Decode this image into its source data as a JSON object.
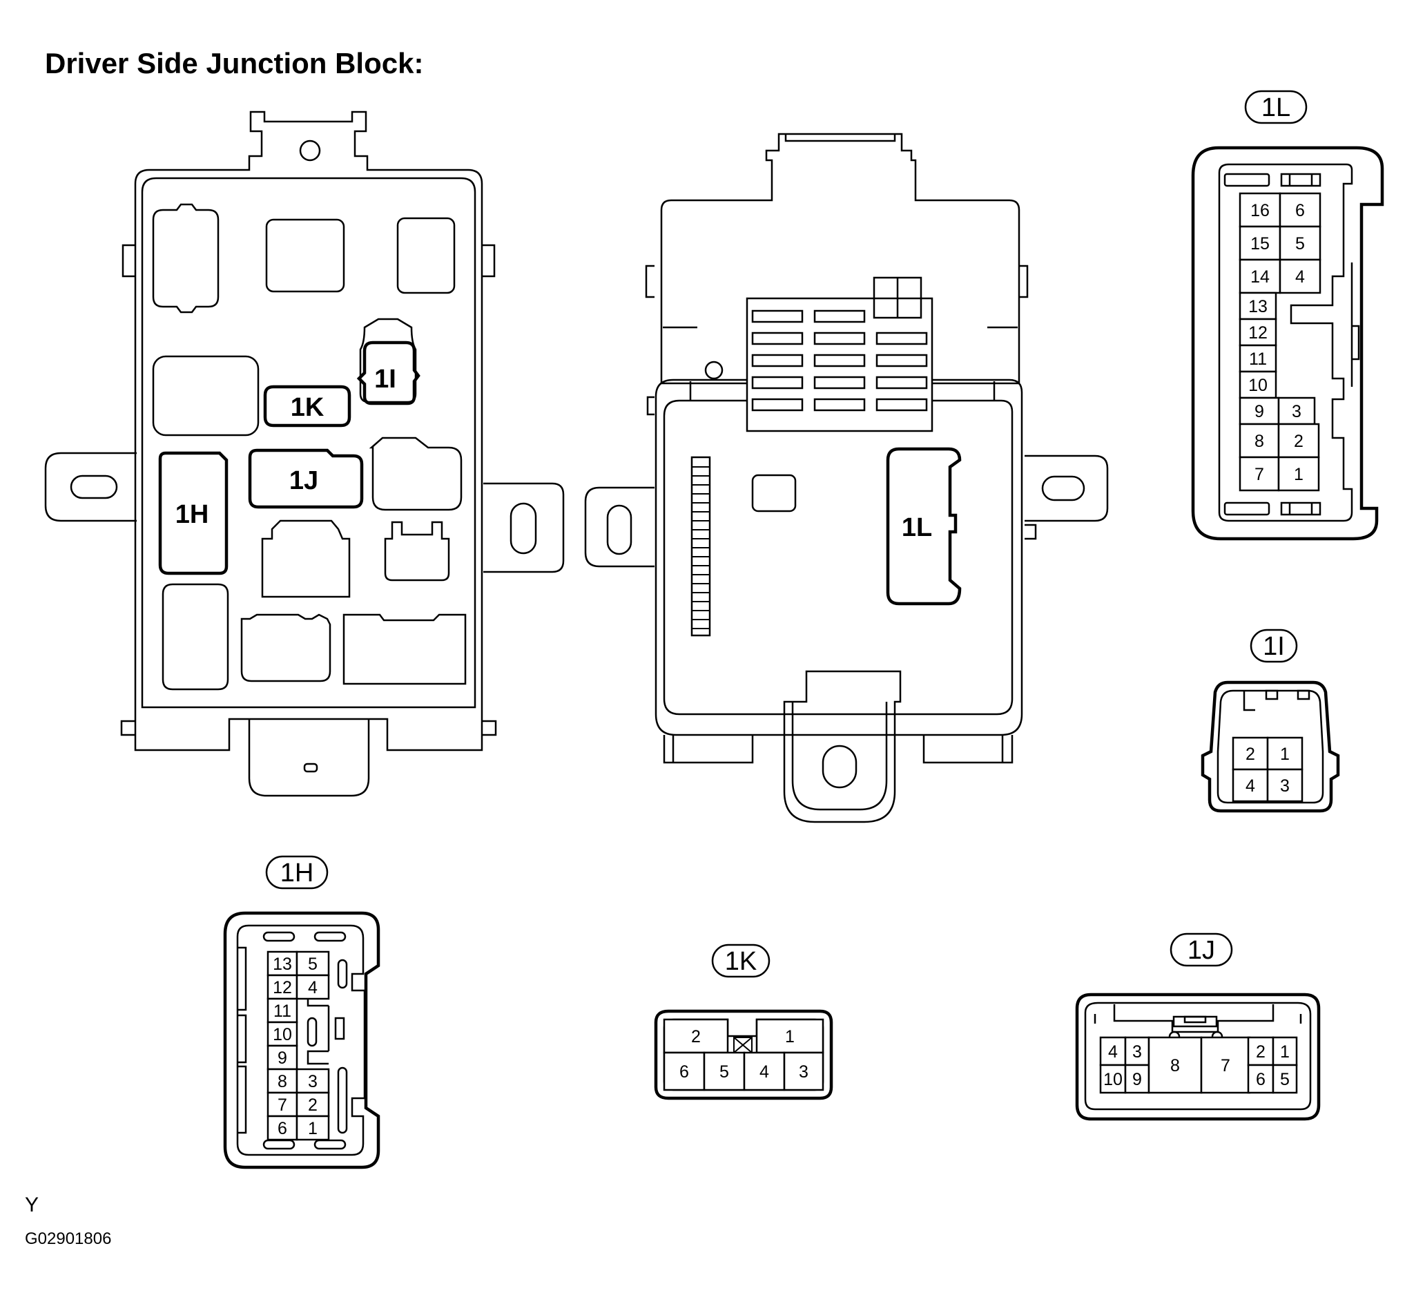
{
  "title": "Driver Side Junction Block:",
  "footer": {
    "code": "Y",
    "figure_id": "G02901806"
  },
  "block_labels": {
    "1h": "1H",
    "1i": "1I",
    "1j": "1J",
    "1k": "1K",
    "1l": "1L"
  },
  "connectors": {
    "1l": {
      "label": "1L",
      "pins": [
        "1",
        "2",
        "3",
        "4",
        "5",
        "6",
        "7",
        "8",
        "9",
        "10",
        "11",
        "12",
        "13",
        "14",
        "15",
        "16"
      ]
    },
    "1i": {
      "label": "1I",
      "pins": [
        "1",
        "2",
        "3",
        "4"
      ]
    },
    "1h": {
      "label": "1H",
      "pins": [
        "1",
        "2",
        "3",
        "4",
        "5",
        "6",
        "7",
        "8",
        "9",
        "10",
        "11",
        "12",
        "13"
      ]
    },
    "1k": {
      "label": "1K",
      "pins": [
        "1",
        "2",
        "3",
        "4",
        "5",
        "6"
      ]
    },
    "1j": {
      "label": "1J",
      "pins": [
        "1",
        "2",
        "3",
        "4",
        "5",
        "6",
        "7",
        "8",
        "9",
        "10"
      ]
    }
  }
}
